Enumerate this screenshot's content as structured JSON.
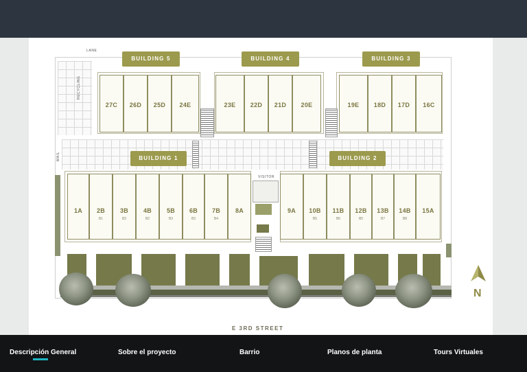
{
  "nav": {
    "items": [
      {
        "label": "Descripción General"
      },
      {
        "label": "Sobre el proyecto"
      },
      {
        "label": "Barrio"
      },
      {
        "label": "Planos de planta"
      },
      {
        "label": "Tours Virtuales"
      }
    ],
    "accent": "#1fb5c4"
  },
  "site_plan": {
    "buildings": [
      {
        "label": "BUILDING 5"
      },
      {
        "label": "BUILDING 4"
      },
      {
        "label": "BUILDING 3"
      },
      {
        "label": "BUILDING 1"
      },
      {
        "label": "BUILDING 2"
      }
    ],
    "top_units": [
      {
        "label": "27C"
      },
      {
        "label": "26D"
      },
      {
        "label": "25D"
      },
      {
        "label": "24E"
      },
      {
        "label": "23E"
      },
      {
        "label": "22D"
      },
      {
        "label": "21D"
      },
      {
        "label": "20E"
      },
      {
        "label": "19E"
      },
      {
        "label": "18D"
      },
      {
        "label": "17D"
      },
      {
        "label": "16C"
      }
    ],
    "bottom_units": [
      {
        "label": "1A",
        "sub": ""
      },
      {
        "label": "2B",
        "sub": "B1"
      },
      {
        "label": "3B",
        "sub": "B3"
      },
      {
        "label": "4B",
        "sub": "B2"
      },
      {
        "label": "5B",
        "sub": "B3"
      },
      {
        "label": "6B",
        "sub": "B3"
      },
      {
        "label": "7B",
        "sub": "B4"
      },
      {
        "label": "8A",
        "sub": ""
      },
      {
        "label": "9A",
        "sub": ""
      },
      {
        "label": "10B",
        "sub": "B5"
      },
      {
        "label": "11B",
        "sub": "B6"
      },
      {
        "label": "12B",
        "sub": "B5"
      },
      {
        "label": "13B",
        "sub": "B7"
      },
      {
        "label": "14B",
        "sub": "B8"
      },
      {
        "label": "15A",
        "sub": ""
      }
    ],
    "lane_label": "LANE",
    "recycling_label": "RECYCLING",
    "mail_label": "MAIL",
    "visitor_label": "VISITOR",
    "street_label": "E 3RD STREET",
    "compass": "N",
    "brand_color": "#9c9a4d"
  }
}
